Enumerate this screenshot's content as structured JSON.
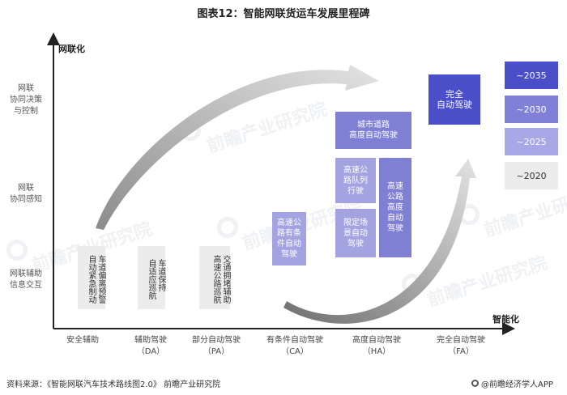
{
  "title": "图表12：智能网联货运车发展里程碑",
  "y_axis_label": "网联化",
  "x_axis_label": "智能化",
  "y_levels": [
    "网联\n协同决策\n与控制",
    "网联\n协同感知",
    "网联辅助\n信息交互"
  ],
  "x_levels": [
    {
      "name": "安全辅助",
      "code": ""
    },
    {
      "name": "辅助驾驶",
      "code": "（DA）"
    },
    {
      "name": "部分自动驾驶",
      "code": "（PA）"
    },
    {
      "name": "有条件自动驾驶",
      "code": "（CA）"
    },
    {
      "name": "高度自动驾驶",
      "code": "（HA）"
    },
    {
      "name": "完全自动驾驶",
      "code": "（FA）"
    }
  ],
  "grey_boxes": [
    "车道偏离预警\n自动紧急制动",
    "车道保持\n自适应巡航",
    "交通拥堵辅助\n高速公路巡航"
  ],
  "milestones": {
    "ca_highway": "高速公\n路有条\n件自动\n驾驶",
    "platoon": "高速公\n路队列\n行驶",
    "limited_scene": "限定场\n景自动\n驾驶",
    "highway_ha": "高速\n公路\n高度\n自动\n驾驶",
    "city_road": "城市道路\n高度自动驾驶",
    "full_auto": "完全\n自动驾驶"
  },
  "legend": [
    {
      "label": "~2035",
      "color": "#4a4fc9"
    },
    {
      "label": "~2030",
      "color": "#8080d6"
    },
    {
      "label": "~2025",
      "color": "#a8a8e6"
    },
    {
      "label": "~2020",
      "color": "#ececec"
    }
  ],
  "colors": {
    "c2035": "#4a4fc9",
    "c2030": "#7f7fd4",
    "c2025": "#a3a3e2",
    "c2020": "#ececec",
    "arrow": "#9a9a9a"
  },
  "watermark": "前瞻产业研究院",
  "footer": {
    "source": "资料来源：《智能网联汽车技术路线图2.0》 前瞻产业研究院",
    "brand": "@前瞻经济学人APP"
  }
}
